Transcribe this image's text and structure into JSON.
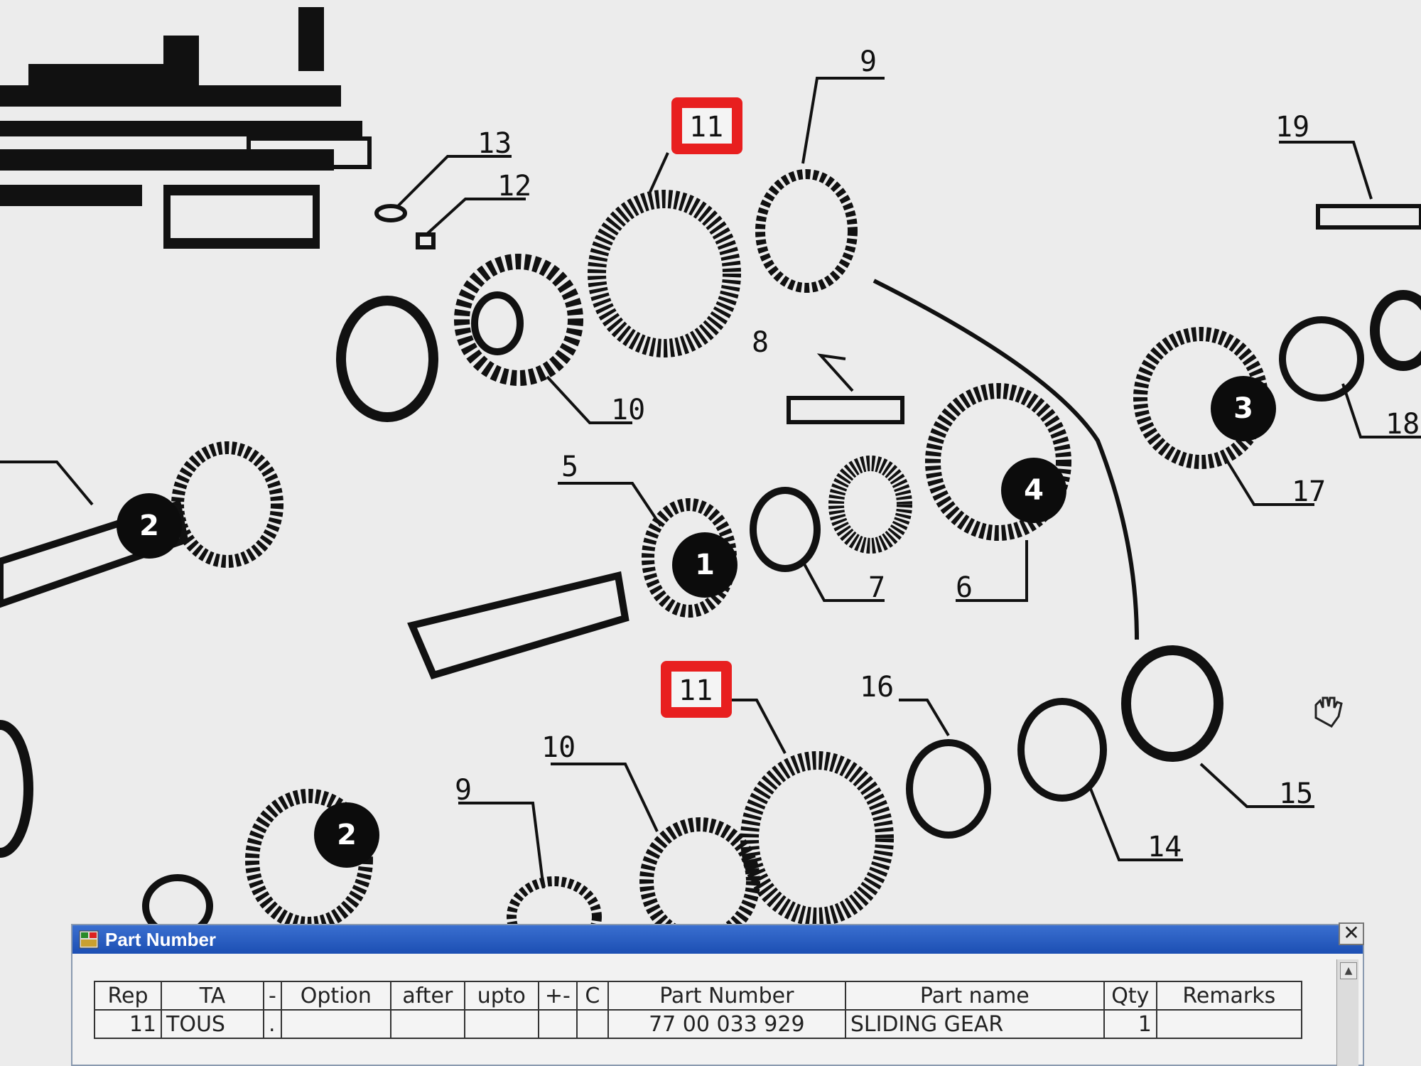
{
  "diagram": {
    "callouts": [
      {
        "label": "13"
      },
      {
        "label": "12"
      },
      {
        "label": "11",
        "highlight": "#e81f1f"
      },
      {
        "label": "9"
      },
      {
        "label": "19"
      },
      {
        "label": "10"
      },
      {
        "label": "8"
      },
      {
        "label": "5"
      },
      {
        "label": "7"
      },
      {
        "label": "6"
      },
      {
        "label": "17"
      },
      {
        "label": "18"
      },
      {
        "label": "11",
        "highlight": "#e81f1f"
      },
      {
        "label": "16"
      },
      {
        "label": "14"
      },
      {
        "label": "15"
      },
      {
        "label": "10"
      },
      {
        "label": "9"
      }
    ],
    "badges": [
      {
        "label": "1"
      },
      {
        "label": "2"
      },
      {
        "label": "2"
      },
      {
        "label": "3"
      },
      {
        "label": "4"
      }
    ]
  },
  "window": {
    "title": "Part Number",
    "close_label": "✕",
    "icon": "app-grid-icon",
    "titlebar_color": "#1c4fb3"
  },
  "table": {
    "headers": [
      "Rep",
      "TA",
      "-",
      "Option",
      "after",
      "upto",
      "+-",
      "C",
      "Part Number",
      "Part name",
      "Qty",
      "Remarks"
    ],
    "rows": [
      [
        "11",
        "TOUS",
        ".",
        "",
        "",
        "",
        "",
        "",
        "77 00 033 929",
        "SLIDING GEAR",
        "1",
        ""
      ]
    ]
  }
}
